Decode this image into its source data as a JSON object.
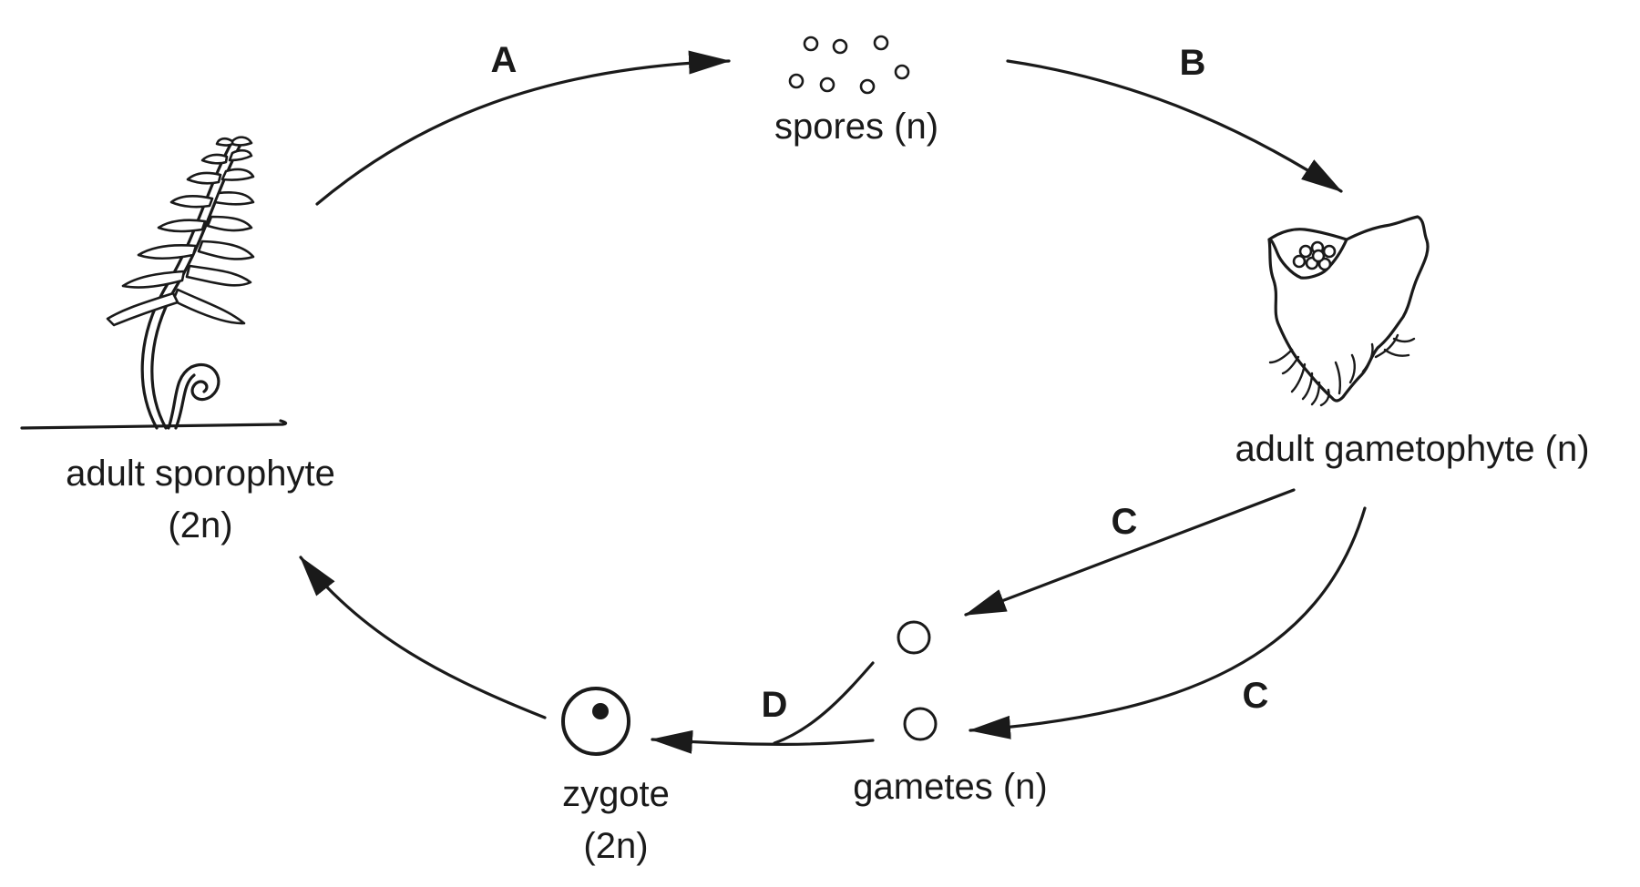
{
  "stages": {
    "sporophyte": {
      "line1": "adult sporophyte",
      "line2": "(2n)"
    },
    "spores": {
      "label": "spores (n)"
    },
    "gametophyte": {
      "label": "adult gametophyte (n)"
    },
    "gametes": {
      "label": "gametes (n)"
    },
    "zygote": {
      "line1": "zygote",
      "line2": "(2n)"
    }
  },
  "steps": {
    "a": "A",
    "b": "B",
    "c1": "C",
    "c2": "C",
    "d": "D"
  },
  "colors": {
    "ink": "#1a1a1a",
    "background": "#ffffff"
  }
}
